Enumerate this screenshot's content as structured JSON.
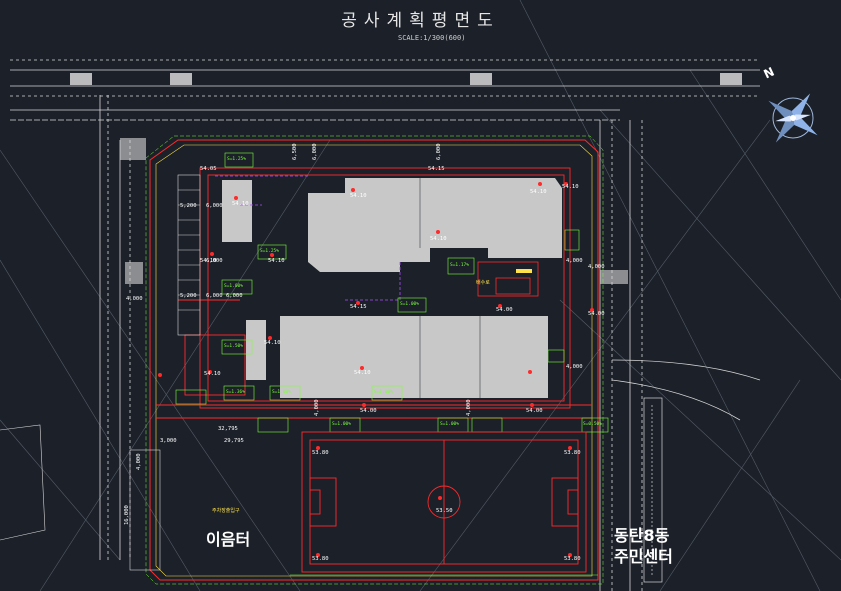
{
  "title": "공사계획평면도",
  "scale": "SCALE:1/300(600)",
  "north": "N",
  "labels": {
    "left_site": "이음터",
    "right_site_line1": "동탄8동",
    "right_site_line2": "주민센터"
  },
  "elevations": [
    "54.05",
    "54.10",
    "54.10",
    "54.10",
    "54.10",
    "54.15",
    "54.10",
    "54.10",
    "54.10",
    "54.15",
    "54.10",
    "54.10",
    "54.00",
    "54.00",
    "54.10",
    "54.00",
    "54.00",
    "53.80",
    "53.80",
    "53.80",
    "53.80",
    "53.50"
  ],
  "dimensions": [
    "6,500",
    "6,000",
    "6,000",
    "6,000",
    "6,000",
    "5,200",
    "6,000",
    "5,200",
    "6,000",
    "4,000",
    "4,000",
    "4,000",
    "4,000",
    "4,000",
    "32,795",
    "29,795",
    "3,000",
    "4,000",
    "4,000",
    "16,000"
  ],
  "slopes": [
    "S=1.25%",
    "S=1.25%",
    "S=1.17%",
    "S=1.00%",
    "S=1.00%",
    "S=1.50%",
    "S=1.36%",
    "S=1.00%",
    "S=1.00%",
    "S=1.00%",
    "S=1.00%",
    "S=0.50%"
  ],
  "notes": [
    "주차장출입구",
    "배수로"
  ],
  "colors": {
    "background": "#1b2029",
    "boundary": "#ff2a2a",
    "building": "#c8c8c8",
    "annotation": "#7dff3a",
    "road": "#d7d7d7"
  }
}
